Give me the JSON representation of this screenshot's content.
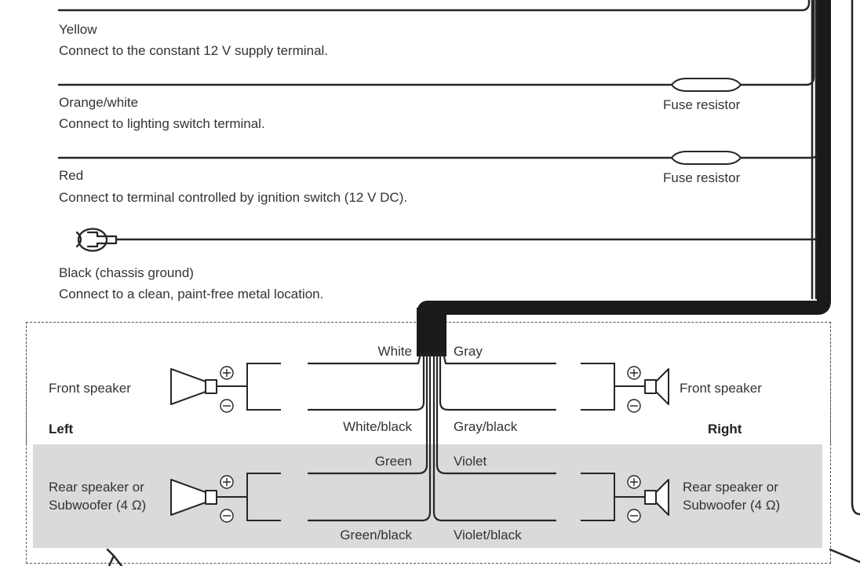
{
  "wires": {
    "yellow": {
      "color_name": "Yellow",
      "description": "Connect to the constant 12 V supply terminal."
    },
    "orange_white": {
      "color_name": "Orange/white",
      "description": "Connect to lighting switch terminal.",
      "fuse_label": "Fuse resistor"
    },
    "red": {
      "color_name": "Red",
      "description": "Connect to terminal controlled by ignition switch (12 V DC).",
      "fuse_label": "Fuse resistor"
    },
    "black": {
      "color_name": "Black (chassis ground)",
      "description": "Connect to a clean, paint-free metal location."
    }
  },
  "speakers": {
    "left_label": "Left",
    "right_label": "Right",
    "front_left": {
      "label": "Front speaker",
      "positive": "White",
      "negative": "White/black"
    },
    "front_right": {
      "label": "Front speaker",
      "positive": "Gray",
      "negative": "Gray/black"
    },
    "rear_left": {
      "label_line1": "Rear speaker or",
      "label_line2": "Subwoofer (4 Ω)",
      "positive": "Green",
      "negative": "Green/black"
    },
    "rear_right": {
      "label_line1": "Rear speaker or",
      "label_line2": "Subwoofer (4 Ω)",
      "positive": "Violet",
      "negative": "Violet/black"
    }
  },
  "colors": {
    "line": "#262626",
    "panel_shade": "#dadada",
    "text": "#333333"
  }
}
